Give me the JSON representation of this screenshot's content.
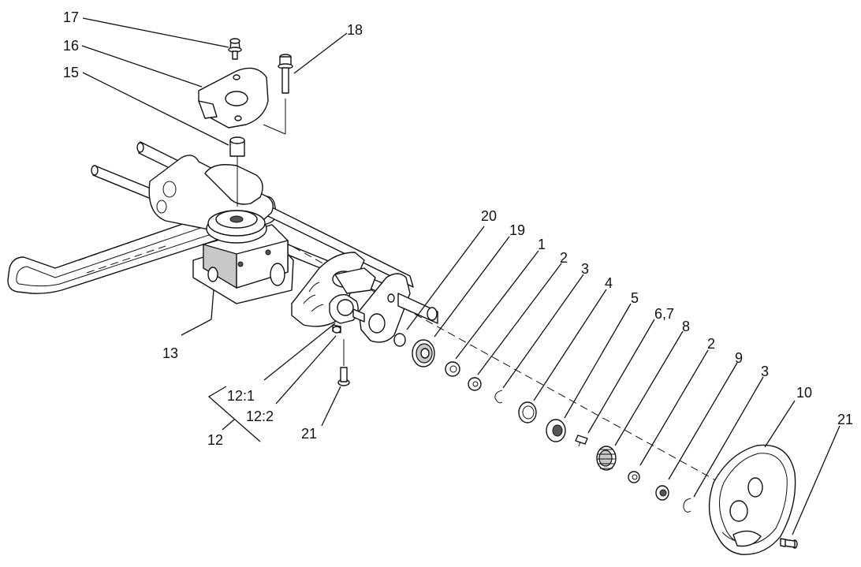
{
  "diagram": {
    "callouts": {
      "c17": "17",
      "c18": "18",
      "c16": "16",
      "c15": "15",
      "c20": "20",
      "c19": "19",
      "c1": "1",
      "c2a": "2",
      "c3a": "3",
      "c4": "4",
      "c5": "5",
      "c67": "6,7",
      "c8": "8",
      "c2b": "2",
      "c9": "9",
      "c3b": "3",
      "c10": "10",
      "c21a": "21",
      "c21b": "21",
      "c13": "13",
      "c121": "12:1",
      "c122": "12:2",
      "c12": "12"
    }
  }
}
